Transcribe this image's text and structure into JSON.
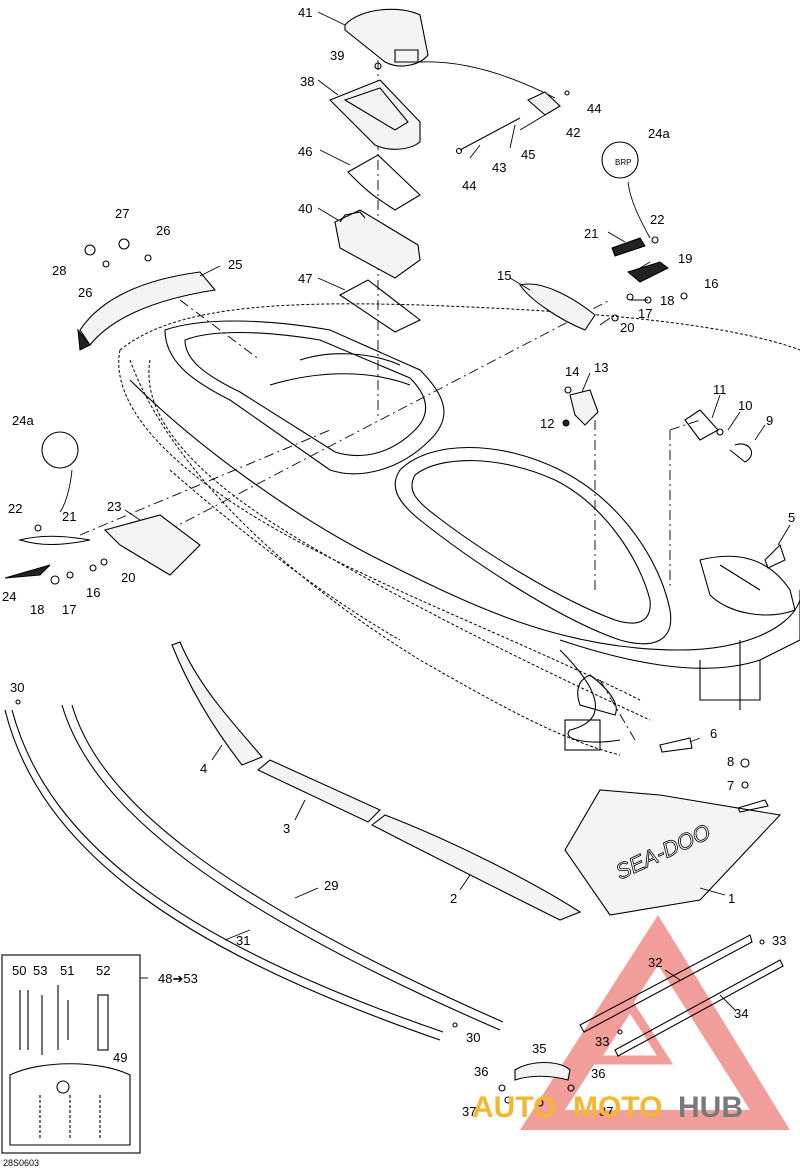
{
  "diagram_code": "28S0603",
  "callouts": [
    {
      "id": "c41",
      "text": "41"
    },
    {
      "id": "c39",
      "text": "39"
    },
    {
      "id": "c38",
      "text": "38"
    },
    {
      "id": "c46",
      "text": "46"
    },
    {
      "id": "c40",
      "text": "40"
    },
    {
      "id": "c47",
      "text": "47"
    },
    {
      "id": "c44a",
      "text": "44"
    },
    {
      "id": "c42",
      "text": "42"
    },
    {
      "id": "c43",
      "text": "43"
    },
    {
      "id": "c45",
      "text": "45"
    },
    {
      "id": "c44b",
      "text": "44"
    },
    {
      "id": "c24a_top",
      "text": "24a"
    },
    {
      "id": "c22_top",
      "text": "22"
    },
    {
      "id": "c21_top",
      "text": "21"
    },
    {
      "id": "c19",
      "text": "19"
    },
    {
      "id": "c15",
      "text": "15"
    },
    {
      "id": "c18_top",
      "text": "18"
    },
    {
      "id": "c16_top",
      "text": "16"
    },
    {
      "id": "c17_top",
      "text": "17"
    },
    {
      "id": "c20_top",
      "text": "20"
    },
    {
      "id": "c27",
      "text": "27"
    },
    {
      "id": "c26a",
      "text": "26"
    },
    {
      "id": "c28",
      "text": "28"
    },
    {
      "id": "c26b",
      "text": "26"
    },
    {
      "id": "c25",
      "text": "25"
    },
    {
      "id": "c14",
      "text": "14"
    },
    {
      "id": "c13",
      "text": "13"
    },
    {
      "id": "c12",
      "text": "12"
    },
    {
      "id": "c11",
      "text": "11"
    },
    {
      "id": "c10",
      "text": "10"
    },
    {
      "id": "c9",
      "text": "9"
    },
    {
      "id": "c24a_left",
      "text": "24a"
    },
    {
      "id": "c22_left",
      "text": "22"
    },
    {
      "id": "c21_left",
      "text": "21"
    },
    {
      "id": "c23",
      "text": "23"
    },
    {
      "id": "c20_left",
      "text": "20"
    },
    {
      "id": "c24",
      "text": "24"
    },
    {
      "id": "c16_left",
      "text": "16"
    },
    {
      "id": "c18_left",
      "text": "18"
    },
    {
      "id": "c17_left",
      "text": "17"
    },
    {
      "id": "c5",
      "text": "5"
    },
    {
      "id": "c6",
      "text": "6"
    },
    {
      "id": "c30a",
      "text": "30"
    },
    {
      "id": "c4",
      "text": "4"
    },
    {
      "id": "c8",
      "text": "8"
    },
    {
      "id": "c7",
      "text": "7"
    },
    {
      "id": "c3",
      "text": "3"
    },
    {
      "id": "c1",
      "text": "1"
    },
    {
      "id": "c29",
      "text": "29"
    },
    {
      "id": "c2",
      "text": "2"
    },
    {
      "id": "c31",
      "text": "31"
    },
    {
      "id": "c33a",
      "text": "33"
    },
    {
      "id": "c32",
      "text": "32"
    },
    {
      "id": "c34",
      "text": "34"
    },
    {
      "id": "c33b",
      "text": "33"
    },
    {
      "id": "c30b",
      "text": "30"
    },
    {
      "id": "c35",
      "text": "35"
    },
    {
      "id": "c36a",
      "text": "36"
    },
    {
      "id": "c36b",
      "text": "36"
    },
    {
      "id": "c37a",
      "text": "37"
    },
    {
      "id": "c37b",
      "text": "37"
    },
    {
      "id": "c50",
      "text": "50"
    },
    {
      "id": "c53",
      "text": "53"
    },
    {
      "id": "c51",
      "text": "51"
    },
    {
      "id": "c52",
      "text": "52"
    },
    {
      "id": "c49",
      "text": "49"
    },
    {
      "id": "c48_53",
      "text": "48➔53"
    }
  ],
  "engine_cover_brand": "BRP",
  "deck_mat_logo": "SEA-DOO",
  "watermark": {
    "auto": "AUTO",
    "moto": "MOTO",
    "hub": "HUB",
    "auto_color": "#f5b731",
    "moto_color": "#f5b731",
    "hub_color": "#7a7a7a",
    "triangle_color": "#e8504a"
  }
}
